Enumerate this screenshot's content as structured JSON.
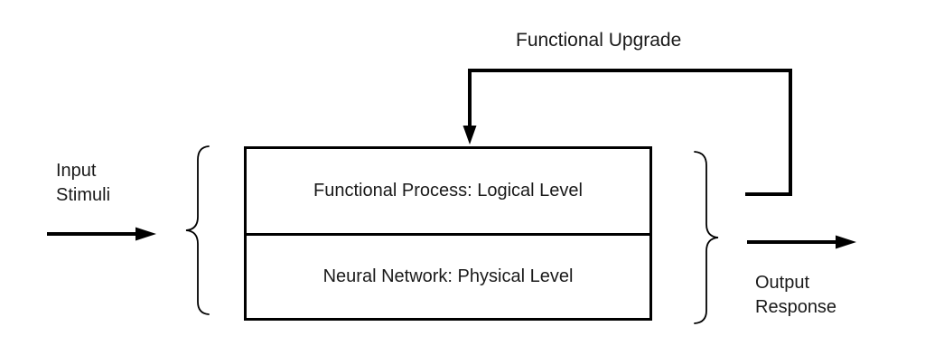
{
  "diagram": {
    "feedback_label": "Functional Upgrade",
    "input_label": {
      "line1": "Input",
      "line2": "Stimuli"
    },
    "output_label": {
      "line1": "Output",
      "line2": "Response"
    },
    "box": {
      "top_cell": "Functional Process: Logical Level",
      "bottom_cell": "Neural Network: Physical Level"
    },
    "colors": {
      "line": "#000000",
      "text": "#1a1a1a",
      "background": "#ffffff"
    }
  }
}
